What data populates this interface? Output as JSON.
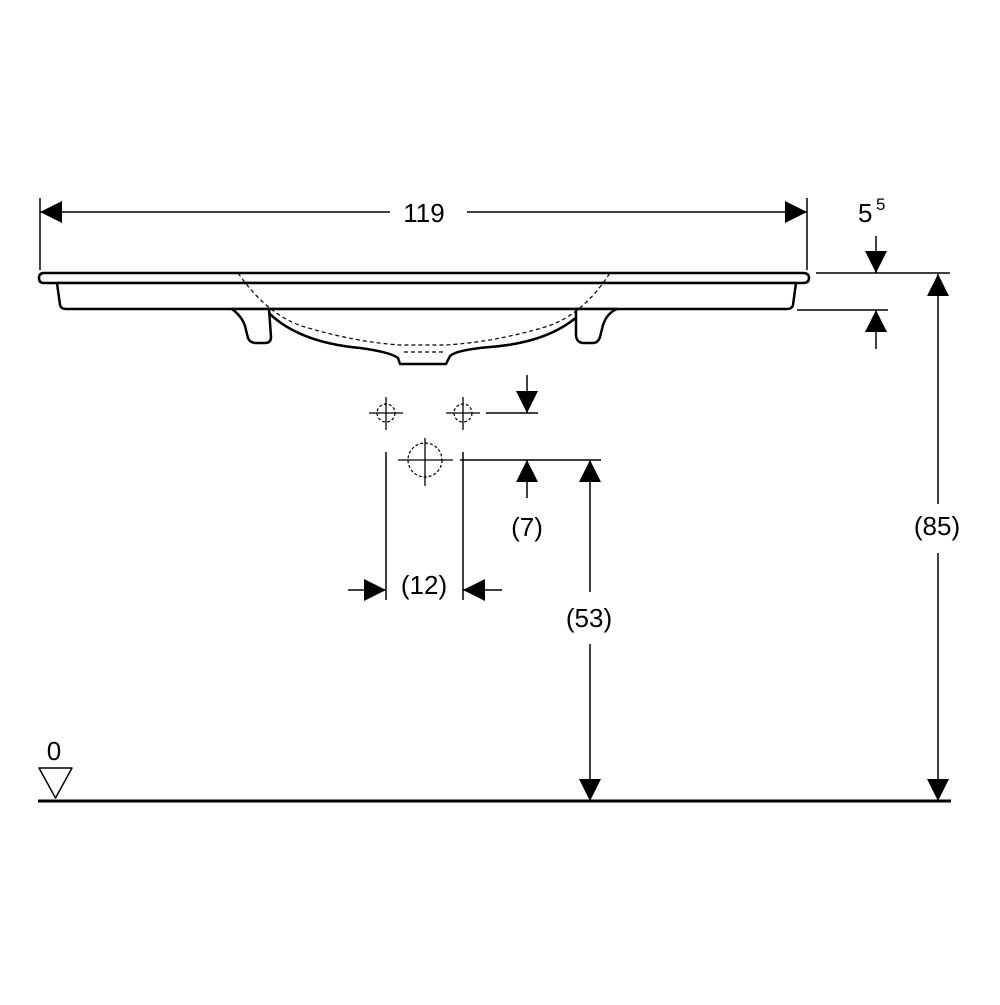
{
  "dimensions": {
    "width": "119",
    "rim_thickness_base": "5",
    "rim_thickness_sup": "5",
    "tap_hole_offset": "(7)",
    "tap_hole_spacing": "(12)",
    "drain_height": "(53)",
    "total_height": "(85)",
    "floor_level": "0"
  },
  "colors": {
    "line": "#000000",
    "background": "#ffffff"
  }
}
